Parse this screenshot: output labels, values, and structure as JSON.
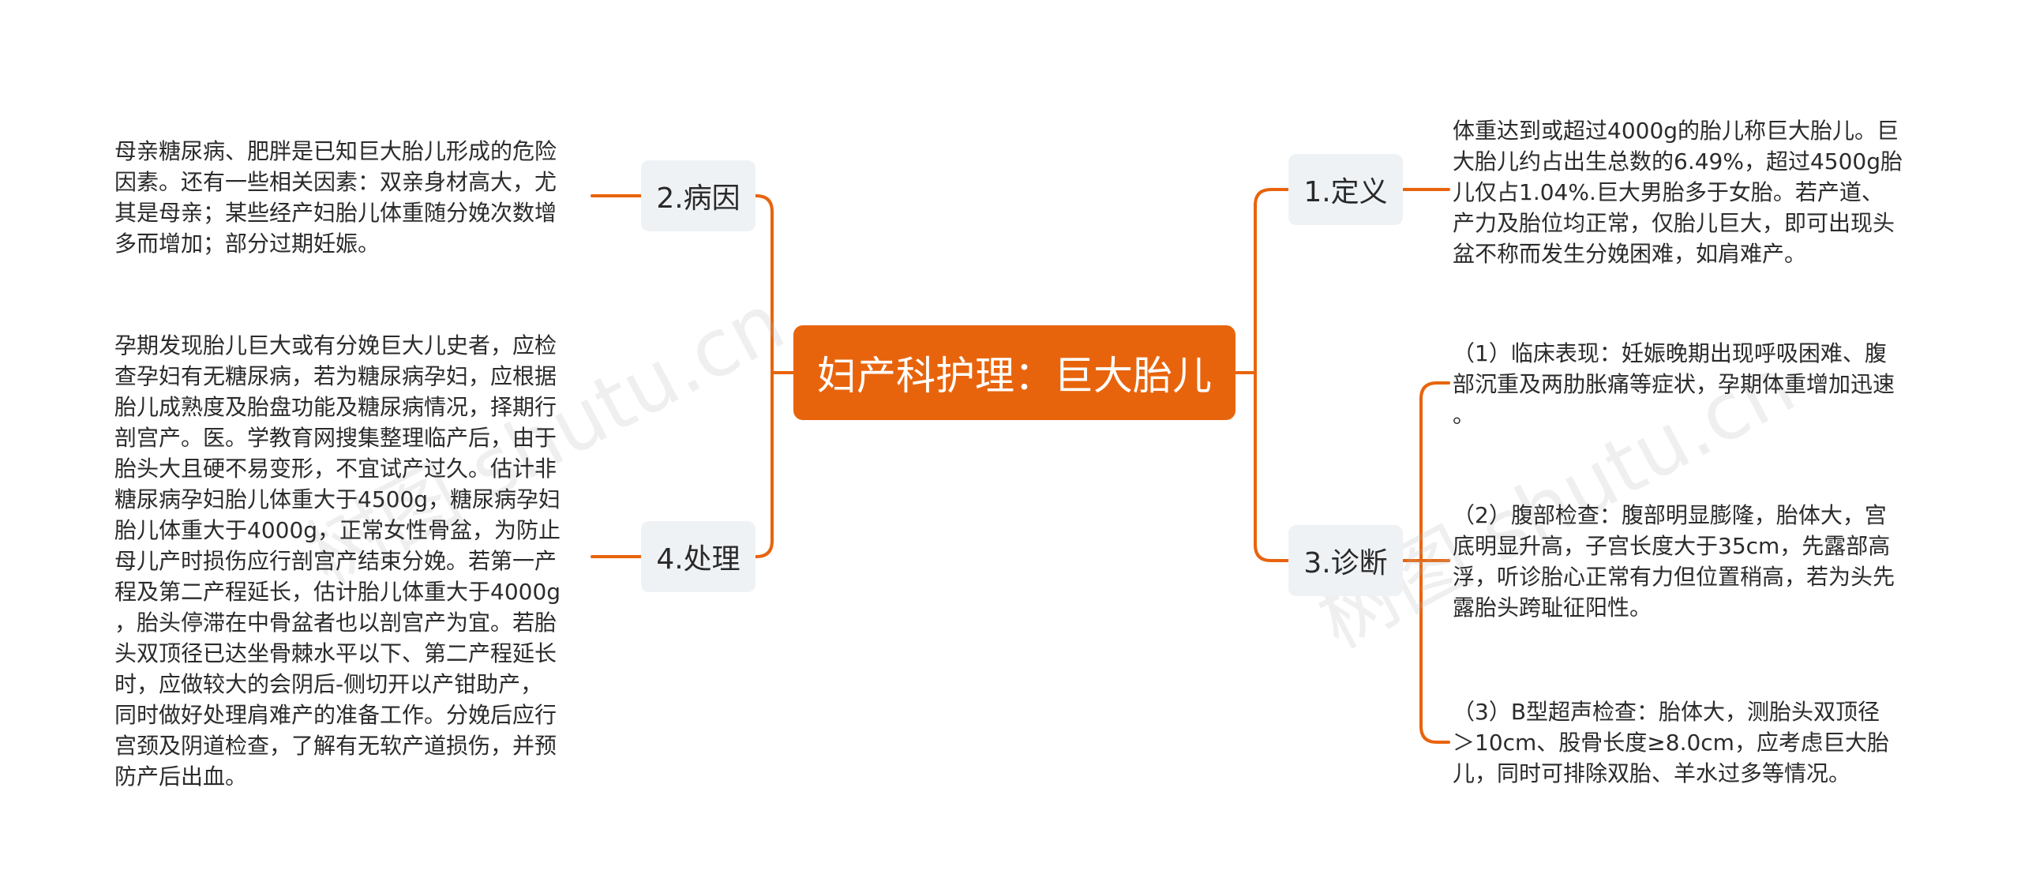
{
  "colors": {
    "accent": "#E8640C",
    "branch_bg": "#EFF2F5",
    "text": "#2B2B2B"
  },
  "root": {
    "label": "妇产科护理：巨大胎儿"
  },
  "branches": {
    "definition": {
      "label": "1.定义"
    },
    "cause": {
      "label": "2.病因"
    },
    "diagnosis": {
      "label": "3.诊断"
    },
    "treatment": {
      "label": "4.处理"
    }
  },
  "notes": {
    "definition": {
      "lines": [
        "体重达到或超过4000g的胎儿称巨大胎儿。巨",
        "大胎儿约占出生总数的6.49%，超过4500g胎",
        "儿仅占1.04%.巨大男胎多于女胎。若产道、",
        "产力及胎位均正常，仅胎儿巨大，即可出现头",
        "盆不称而发生分娩困难，如肩难产。"
      ]
    },
    "cause": {
      "lines": [
        "母亲糖尿病、肥胖是已知巨大胎儿形成的危险",
        "因素。还有一些相关因素：双亲身材高大，尤",
        "其是母亲；某些经产妇胎儿体重随分娩次数增",
        "多而增加；部分过期妊娠。"
      ]
    },
    "treatment": {
      "lines": [
        "孕期发现胎儿巨大或有分娩巨大儿史者，应检",
        "查孕妇有无糖尿病，若为糖尿病孕妇，应根据",
        "胎儿成熟度及胎盘功能及糖尿病情况，择期行",
        "剖宫产。医。学教育网搜集整理临产后，由于",
        "胎头大且硬不易变形，不宜试产过久。估计非",
        "糖尿病孕妇胎儿体重大于4500g，糖尿病孕妇",
        "胎儿体重大于4000g，正常女性骨盆，为防止",
        "母儿产时损伤应行剖宫产结束分娩。若第一产",
        "程及第二产程延长，估计胎儿体重大于4000g",
        "，胎头停滞在中骨盆者也以剖宫产为宜。若胎",
        "头双顶径已达坐骨棘水平以下、第二产程延长",
        "时，应做较大的会阴后-侧切开以产钳助产，",
        "同时做好处理肩难产的准备工作。分娩后应行",
        "宫颈及阴道检查，了解有无软产道损伤，并预",
        "防产后出血。"
      ]
    },
    "diagnosis_clinical": {
      "lines": [
        "（1）临床表现：妊娠晚期出现呼吸困难、腹",
        "部沉重及两肋胀痛等症状，孕期体重增加迅速",
        "。"
      ]
    },
    "diagnosis_abdominal": {
      "lines": [
        "（2）腹部检查：腹部明显膨隆，胎体大，宫",
        "底明显升高，子宫长度大于35cm，先露部高",
        "浮，听诊胎心正常有力但位置稍高，若为头先",
        "露胎头跨耻征阳性。"
      ]
    },
    "diagnosis_ultrasound": {
      "lines": [
        "（3）B型超声检查：胎体大，测胎头双顶径",
        "＞10cm、股骨长度≥8.0cm，应考虑巨大胎",
        "儿，同时可排除双胎、羊水过多等情况。"
      ]
    }
  },
  "watermarks": [
    "树图 shutu.cn",
    "树图 shutu.cn"
  ]
}
